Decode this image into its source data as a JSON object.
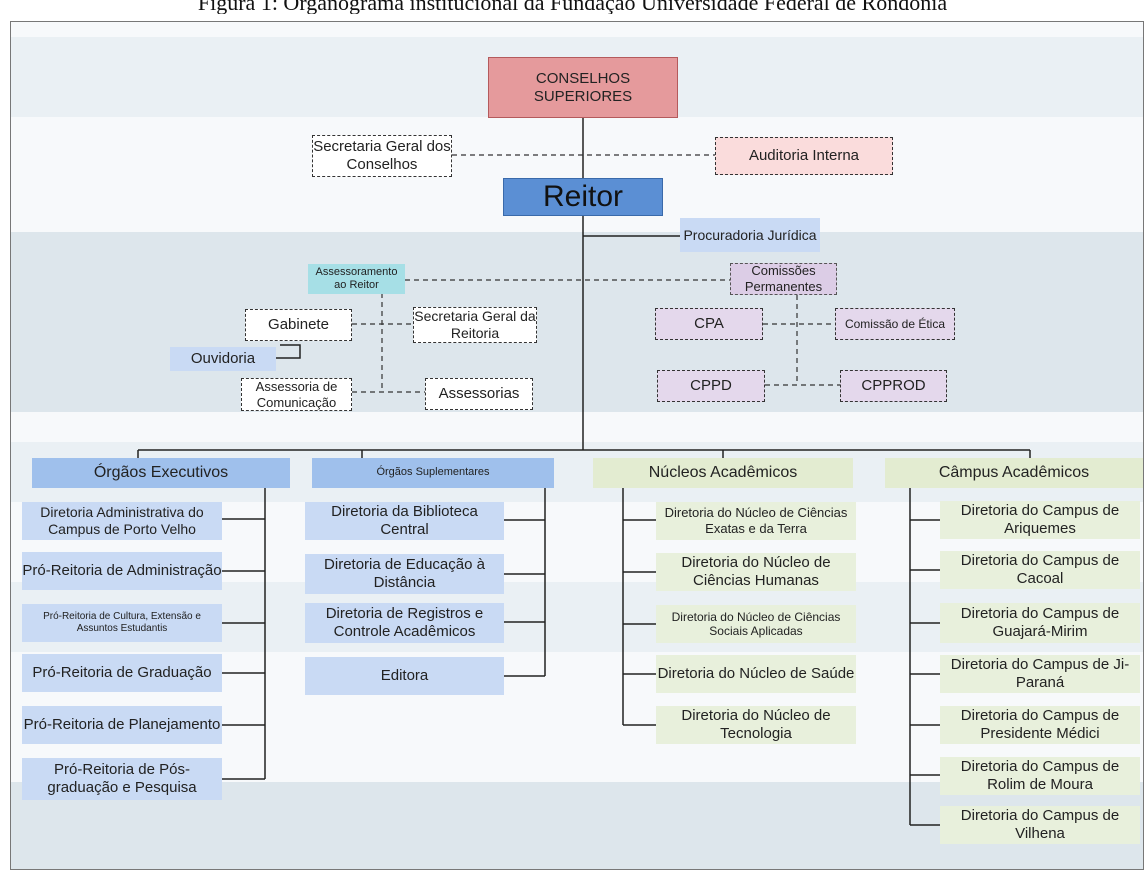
{
  "caption": "Figura 1: Organograma institucional da Fundação Universidade Federal de Rondônia",
  "top": {
    "conselhos": "CONSELHOS SUPERIORES",
    "secretaria_conselhos": "Secretaria Geral dos Conselhos",
    "auditoria": "Auditoria Interna",
    "reitor": "Reitor",
    "procuradoria": "Procuradoria Jurídica"
  },
  "left_cluster": {
    "assessoramento": "Assessoramento ao Reitor",
    "gabinete": "Gabinete",
    "secretaria_reitoria": "Secretaria Geral da Reitoria",
    "ouvidoria": "Ouvidoria",
    "assessoria_comunicacao": "Assessoria de Comunicação",
    "assessorias": "Assessorias"
  },
  "right_cluster": {
    "comissoes": "Comissões Permanentes",
    "cpa": "CPA",
    "comissao_etica": "Comissão de Ética",
    "cppd": "CPPD",
    "cpprod": "CPPROD"
  },
  "columns": {
    "executivos": {
      "header": "Órgãos Executivos",
      "items": [
        "Diretoria Administrativa do Campus de Porto Velho",
        "Pró-Reitoria de Administração",
        "Pró-Reitoria de Cultura, Extensão e Assuntos Estudantis",
        "Pró-Reitoria de Graduação",
        "Pró-Reitoria de Planejamento",
        "Pró-Reitoria de Pós-graduação e Pesquisa"
      ]
    },
    "suplementares": {
      "header": "Órgãos Suplementares",
      "items": [
        "Diretoria da Biblioteca Central",
        "Diretoria de Educação à Distância",
        "Diretoria de Registros e Controle Acadêmicos",
        "Editora"
      ]
    },
    "nucleos": {
      "header": "Núcleos Acadêmicos",
      "items": [
        "Diretoria do Núcleo de Ciências Exatas e da Terra",
        "Diretoria do Núcleo de Ciências Humanas",
        "Diretoria do Núcleo de Ciências Sociais Aplicadas",
        "Diretoria do Núcleo de Saúde",
        "Diretoria do Núcleo de Tecnologia"
      ]
    },
    "campus": {
      "header": "Câmpus Acadêmicos",
      "items": [
        "Diretoria do Campus de Ariquemes",
        "Diretoria do Campus de Cacoal",
        "Diretoria do Campus de Guajará-Mirim",
        "Diretoria do Campus de Ji-Paraná",
        "Diretoria do Campus de Presidente Médici",
        "Diretoria do Campus de Rolim de Moura",
        "Diretoria do Campus de Vilhena"
      ]
    }
  }
}
